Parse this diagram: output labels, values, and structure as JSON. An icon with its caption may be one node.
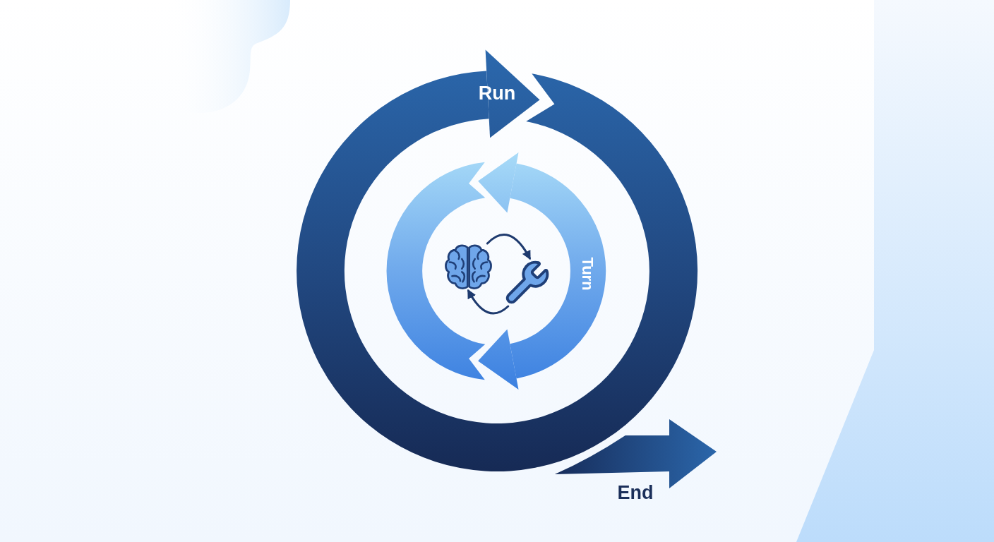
{
  "diagram": {
    "nodes": [
      {
        "text": [
          "Run"
        ]
      },
      {
        "text": [
          "Turn"
        ],
        "in": 0
      },
      {
        "text": [],
        "shape": "picture",
        "in": 1
      },
      {
        "text": [],
        "shape": "picture",
        "in": 1
      }
    ],
    "edges": [
      {
        "from": 2,
        "to": 3,
        "arrow": "to"
      },
      {
        "from": 3,
        "to": 2,
        "arrow": "to"
      },
      {
        "from": 0,
        "to": null,
        "arrow": "to",
        "label": "End",
        "style": "thick"
      }
    ]
  }
}
